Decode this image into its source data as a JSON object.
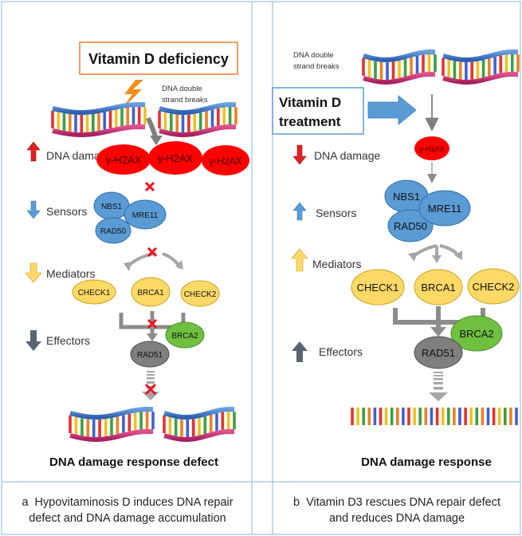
{
  "panel_a": {
    "title": "Vitamin D deficiency",
    "dsb_label_line1": "DNA double",
    "dsb_label_line2": "strand breaks",
    "rows": {
      "damage": "DNA damage",
      "sensors": "Sensors",
      "mediators": "Mediators",
      "effectors": "Effectors"
    },
    "h2ax": [
      "γ-H2AX",
      "γ-H2AX",
      "γ-H2AX"
    ],
    "sensors": [
      "NBS1",
      "MRE11",
      "RAD50"
    ],
    "mediators": [
      "CHECK1",
      "BRCA1",
      "CHECK2"
    ],
    "effectors": [
      "BRCA2",
      "RAD51"
    ],
    "outcome": "DNA damage response defect",
    "caption_letter": "a",
    "caption_line1": "Hypovitaminosis D induces DNA repair",
    "caption_line2": "defect and DNA damage accumulation"
  },
  "panel_b": {
    "title_line1": "Vitamin D",
    "title_line2": "treatment",
    "dsb_label_line1": "DNA double",
    "dsb_label_line2": "strand breaks",
    "rows": {
      "damage": "DNA damage",
      "sensors": "Sensors",
      "mediators": "Mediators",
      "effectors": "Effectors"
    },
    "h2ax": [
      "γ-H2AX"
    ],
    "sensors": [
      "NBS1",
      "MRE11",
      "RAD50"
    ],
    "mediators": [
      "CHECK1",
      "BRCA1",
      "CHECK2"
    ],
    "effectors": [
      "BRCA2",
      "RAD51"
    ],
    "outcome": "DNA damage response",
    "caption_letter": "b",
    "caption_line1": "Vitamin D3 rescues DNA repair defect",
    "caption_line2": "and reduces DNA damage"
  },
  "colors": {
    "border": "#9dc3e6",
    "h2ax_red": "#ff0000",
    "sensor_blue": "#5b9bd5",
    "mediator_yellow": "#ffd966",
    "brca2_green": "#70c040",
    "rad51_gray": "#7f7f7f",
    "arrow_up_red": "#e02020",
    "arrow_blue": "#5b9bd5",
    "arrow_yellow": "#ffd966",
    "arrow_dark": "#5a6470",
    "block_cross": "#e8141e",
    "title_box_orange": "#ed7d31"
  }
}
